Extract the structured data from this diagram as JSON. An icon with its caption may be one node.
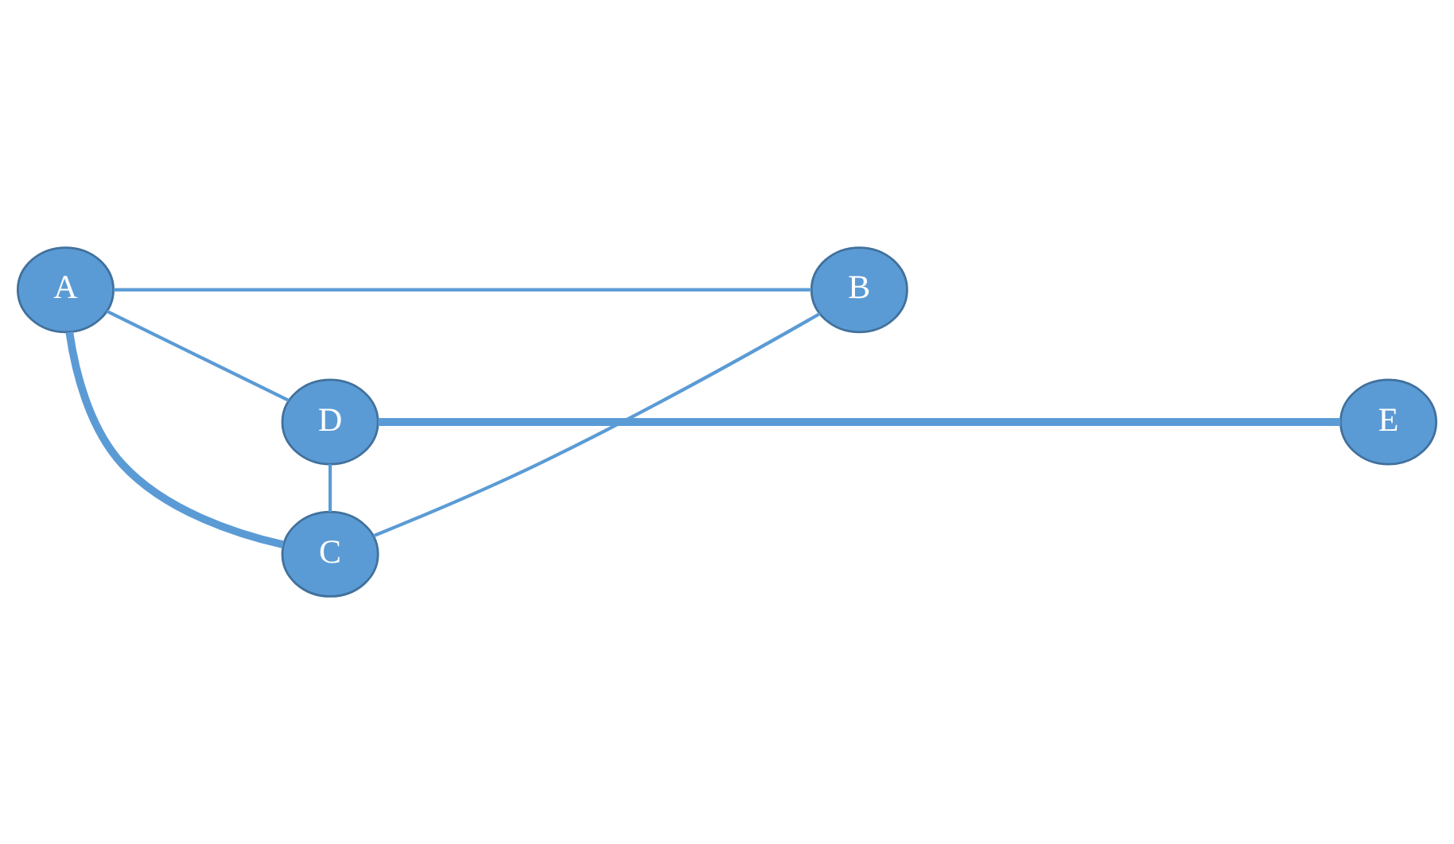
{
  "diagram": {
    "nodes": [
      {
        "text": [
          "A"
        ]
      },
      {
        "text": [
          "B"
        ]
      },
      {
        "text": [
          "C"
        ]
      },
      {
        "text": [
          "D"
        ]
      },
      {
        "text": [
          "E"
        ]
      }
    ],
    "edges": [
      {
        "from": 0,
        "to": 1,
        "arrow": "none"
      },
      {
        "from": 0,
        "to": 2,
        "arrow": "none",
        "style": "thick"
      },
      {
        "from": 2,
        "to": 1,
        "arrow": "none"
      },
      {
        "from": 0,
        "to": 3,
        "arrow": "none"
      },
      {
        "from": 3,
        "to": 2,
        "arrow": "none"
      },
      {
        "from": 3,
        "to": 4,
        "arrow": "none",
        "style": "thick"
      }
    ]
  }
}
